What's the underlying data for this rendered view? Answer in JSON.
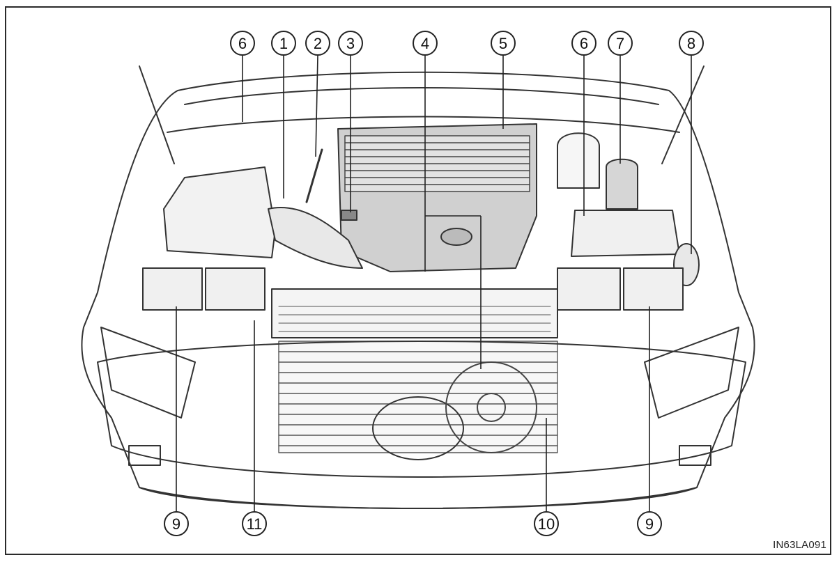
{
  "diagram": {
    "image_code": "IN63LA091",
    "callouts": [
      {
        "id": "top-6-left",
        "label": "6"
      },
      {
        "id": "top-1",
        "label": "1"
      },
      {
        "id": "top-2",
        "label": "2"
      },
      {
        "id": "top-3",
        "label": "3"
      },
      {
        "id": "top-4",
        "label": "4"
      },
      {
        "id": "top-5",
        "label": "5"
      },
      {
        "id": "top-6-right",
        "label": "6"
      },
      {
        "id": "top-7",
        "label": "7"
      },
      {
        "id": "top-8",
        "label": "8"
      },
      {
        "id": "bottom-9-left",
        "label": "9"
      },
      {
        "id": "bottom-11",
        "label": "11"
      },
      {
        "id": "bottom-10",
        "label": "10"
      },
      {
        "id": "bottom-9-right",
        "label": "9"
      }
    ]
  }
}
